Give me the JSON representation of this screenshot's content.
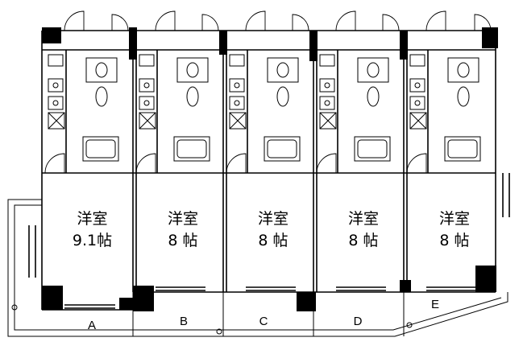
{
  "units": [
    {
      "id": "A",
      "room_type": "洋室",
      "room_size": "9.1帖"
    },
    {
      "id": "B",
      "room_type": "洋室",
      "room_size": "8 帖"
    },
    {
      "id": "C",
      "room_type": "洋室",
      "room_size": "8 帖"
    },
    {
      "id": "D",
      "room_type": "洋室",
      "room_size": "8 帖"
    },
    {
      "id": "E",
      "room_type": "洋室",
      "room_size": "8 帖"
    }
  ],
  "colors": {
    "wall": "#000000",
    "line": "#000000",
    "background": "#ffffff"
  }
}
